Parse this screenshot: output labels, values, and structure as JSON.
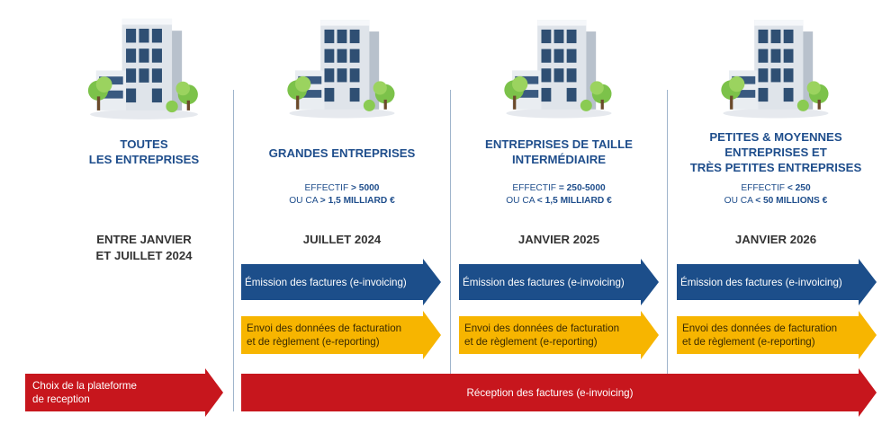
{
  "colors": {
    "title_blue": "#1f4e8c",
    "arrow_blue": "#1c4e8a",
    "arrow_yellow": "#f7b500",
    "arrow_red": "#c7161d",
    "divider": "#9fb4cc"
  },
  "icons": [
    "office-building-icon"
  ],
  "columns": [
    {
      "title": "TOUTES\nLES ENTREPRISES",
      "date": "ENTRE JANVIER\nET JUILLET 2024"
    },
    {
      "title": "GRANDES ENTREPRISES",
      "crit1_pre": "EFFECTIF ",
      "crit1_val": "> 5000",
      "crit2_pre": "OU CA ",
      "crit2_val": "> 1,5 MILLIARD €",
      "date": "JUILLET 2024"
    },
    {
      "title": "ENTREPRISES DE TAILLE\nINTERMÉDIAIRE",
      "crit1_pre": "EFFECTIF ",
      "crit1_val": "= 250-5000",
      "crit2_pre": "OU CA ",
      "crit2_val": "< 1,5 MILLIARD €",
      "date": "JANVIER 2025"
    },
    {
      "title": "PETITES & MOYENNES\nENTREPRISES ET\nTRÈS PETITES ENTREPRISES",
      "crit1_pre": "EFFECTIF ",
      "crit1_val": "< 250",
      "crit2_pre": "OU CA ",
      "crit2_val": "< 50 MILLIONS €",
      "date": "JANVIER 2026"
    }
  ],
  "arrows": {
    "emission": "Émission des factures (e-invoicing)",
    "envoi": "Envoi des données de facturation\net de règlement (e-reporting)",
    "choix": "Choix de la plateforme\nde reception",
    "reception": "Réception des factures (e-invoicing)"
  }
}
